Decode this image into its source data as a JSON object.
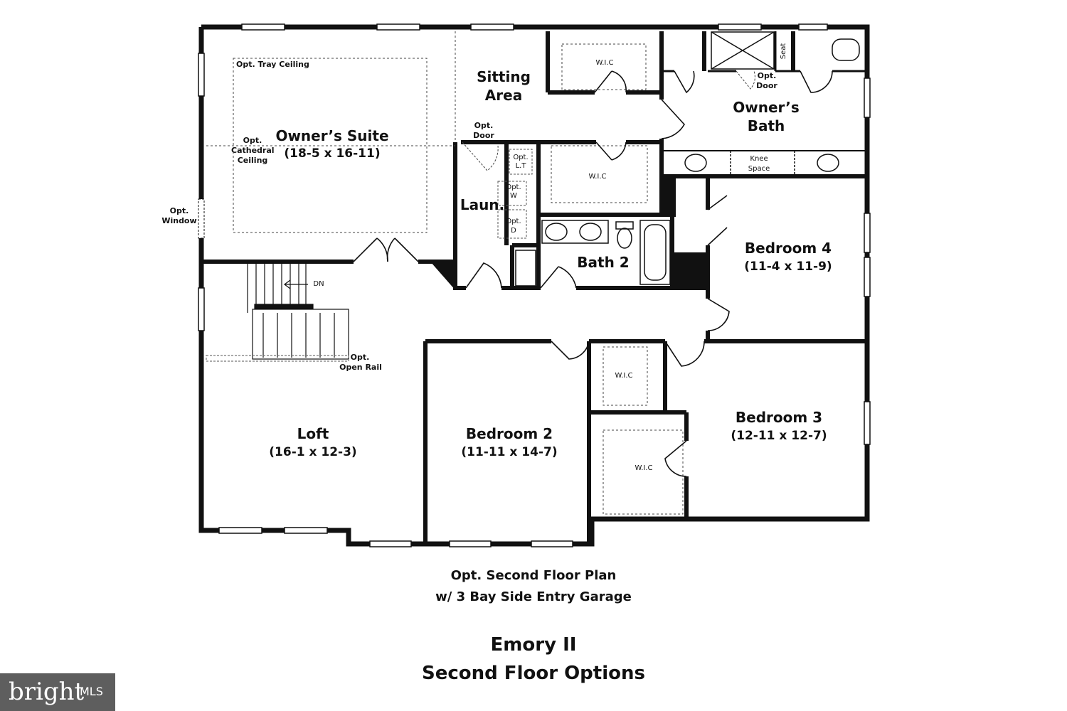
{
  "plan": {
    "caption_line1": "Opt. Second Floor Plan",
    "caption_line2": "w/ 3 Bay Side Entry Garage",
    "title_line1": "Emory II",
    "title_line2": "Second Floor Options"
  },
  "rooms": {
    "owners_suite": {
      "name": "Owner’s Suite",
      "dim": "(18-5 x 16-11)"
    },
    "sitting_area": {
      "name_l1": "Sitting",
      "name_l2": "Area"
    },
    "owners_bath": {
      "name_l1": "Owner’s",
      "name_l2": "Bath"
    },
    "laundry": {
      "name": "Laun."
    },
    "bath2": {
      "name": "Bath 2"
    },
    "bedroom4": {
      "name": "Bedroom 4",
      "dim": "(11-4 x 11-9)"
    },
    "loft": {
      "name": "Loft",
      "dim": "(16-1 x 12-3)"
    },
    "bedroom2": {
      "name": "Bedroom 2",
      "dim": "(11-11 x 14-7)"
    },
    "bedroom3": {
      "name": "Bedroom 3",
      "dim": "(12-11 x 12-7)"
    }
  },
  "notes": {
    "tray_ceiling": "Opt. Tray Ceiling",
    "cathedral_l1": "Opt.",
    "cathedral_l2": "Cathedral",
    "cathedral_l3": "Ceiling",
    "opt_window_l1": "Opt.",
    "opt_window_l2": "Window",
    "opt_door_l1": "Opt.",
    "opt_door_l2": "Door",
    "opt_door2_l1": "Opt.",
    "opt_door2_l2": "Door",
    "wic_1": "W.I.C",
    "wic_2": "W.I.C",
    "wic_3": "W.I.C",
    "wic_4": "W.I.C",
    "knee_l1": "Knee",
    "knee_l2": "Space",
    "seat": "Seat",
    "opt_lt_l1": "Opt.",
    "opt_lt_l2": "L.T",
    "opt_w_l1": "Opt.",
    "opt_w_l2": "W",
    "opt_d_l1": "Opt.",
    "opt_d_l2": "D",
    "dn": "DN",
    "open_rail_l1": "Opt.",
    "open_rail_l2": "Open Rail"
  },
  "watermark": {
    "brand": "bright",
    "suffix": "MLS"
  },
  "colors": {
    "wall": "#111111",
    "background": "#ffffff",
    "watermark_bg": "#5e5e5e"
  }
}
